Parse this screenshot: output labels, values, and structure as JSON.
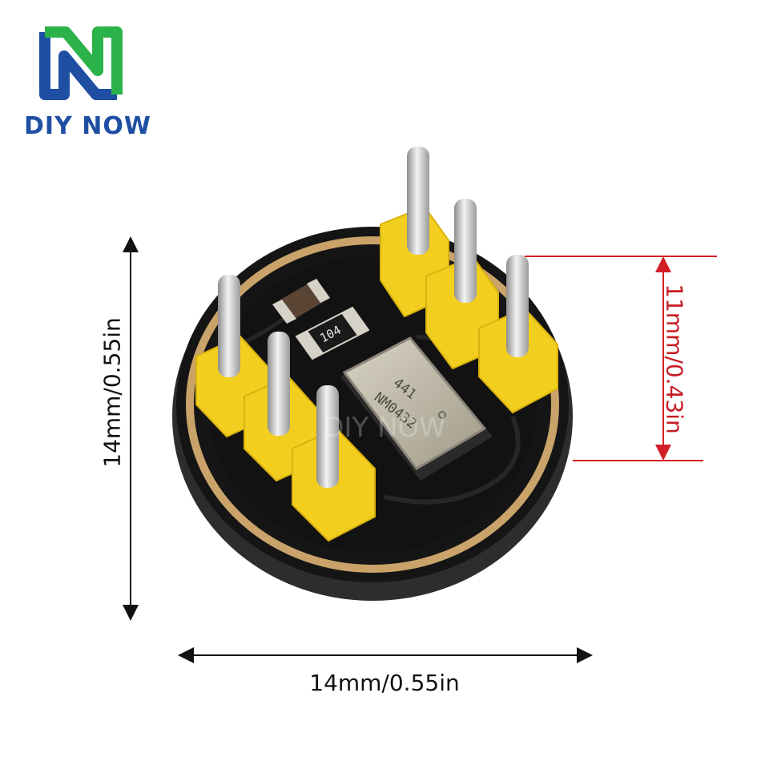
{
  "brand": {
    "name": "DIY NOW",
    "colors": {
      "blue": "#1f4fa3",
      "green": "#2bb34a"
    }
  },
  "dimensions": {
    "width_label": "14mm/0.55in",
    "height_label": "14mm/0.55in",
    "pin_label": "11mm/0.43in",
    "arrow_color": "#111111",
    "pin_arrow_color": "#d21f26"
  },
  "board": {
    "resistor_marking": "104",
    "chip_line1": "441",
    "chip_line2": "NM0432",
    "watermark": "DIY NOW",
    "colors": {
      "pcb": "#151515",
      "ring": "#c9a36a",
      "header": "#f2cf1f",
      "pins": "#cfcfcf",
      "chip": "#bdb8a8"
    }
  }
}
